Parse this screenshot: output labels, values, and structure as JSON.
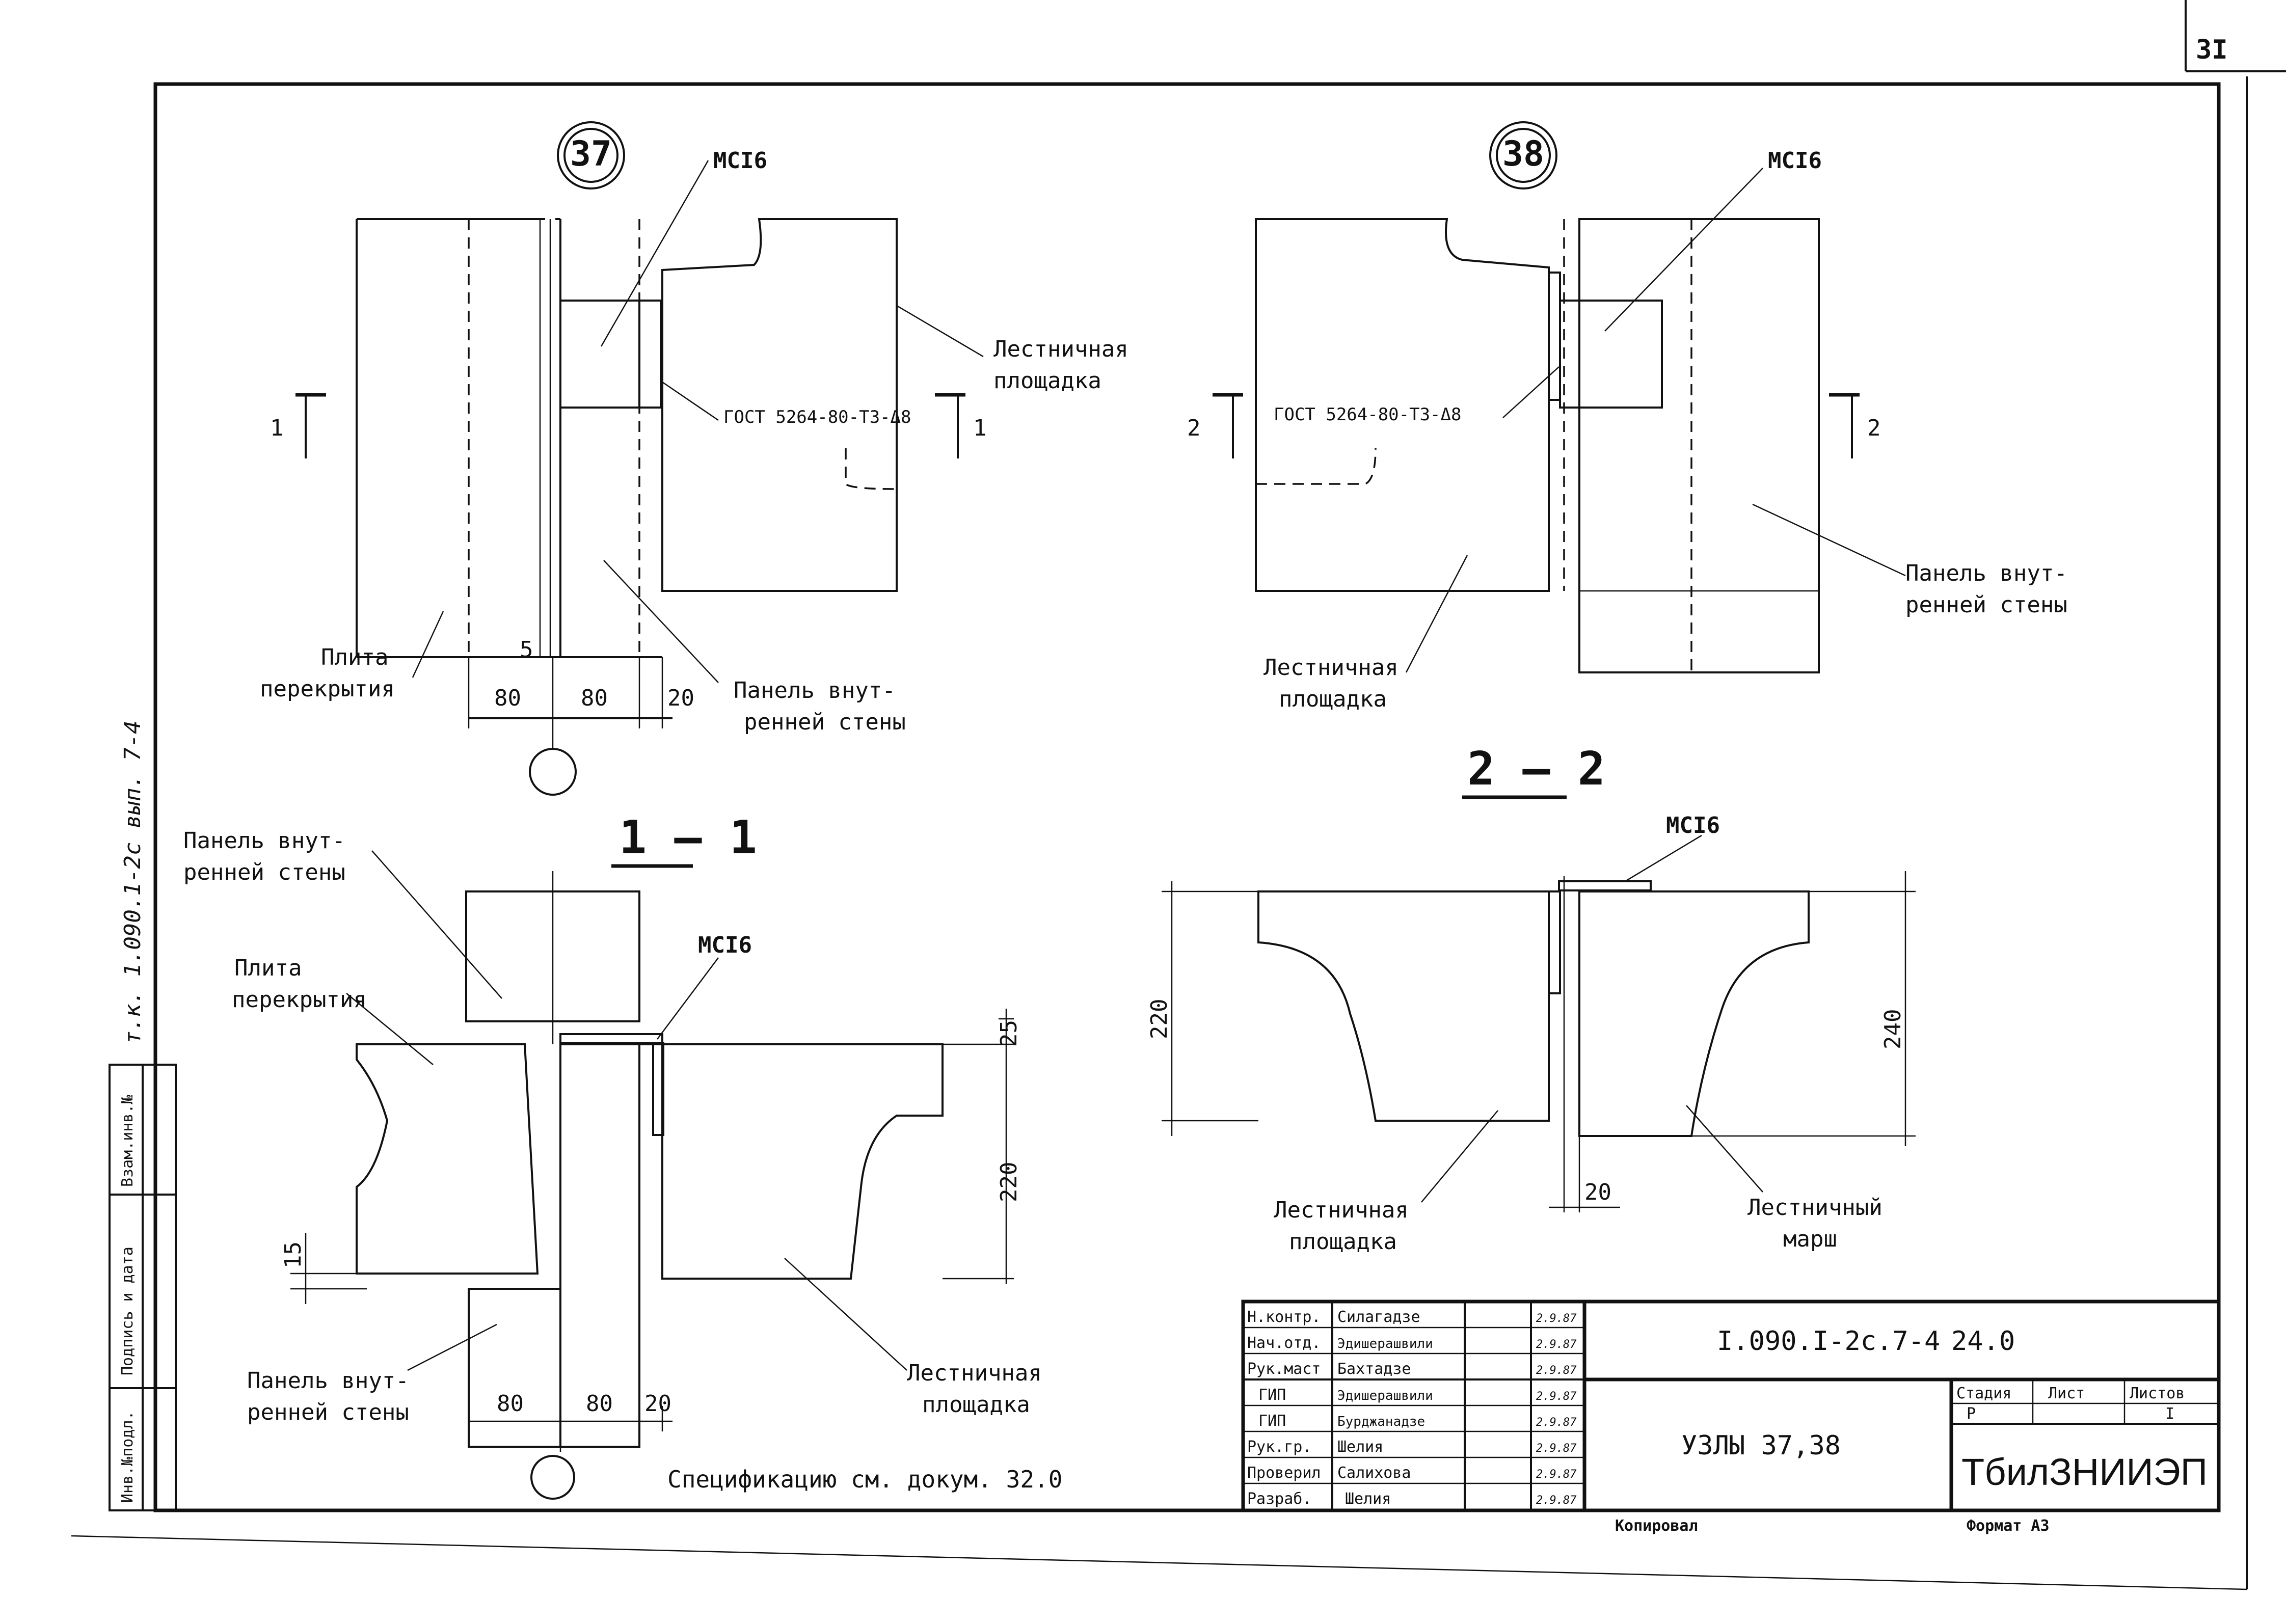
{
  "sheet": {
    "page_number": "3I",
    "side_vertical": "т.к. 1.090.1-2с  вып. 7-4",
    "side_cells": [
      "Инв.№подл.",
      "Подпись и дата",
      "Взам.инв.№"
    ],
    "note": "Спецификацию см. докум. 32.0",
    "copied_label": "Копировал",
    "format_label": "Формат А3"
  },
  "node37": {
    "number": "37",
    "mcl": "МСI6",
    "landing": "Лестничная\nплощадка",
    "gost": "ГОСТ 5264-80-Т3-Δ8",
    "slab": "Плита\nперекрытия",
    "panel": "Панель внут-\nренней стены",
    "section_mark": "1",
    "dims": [
      "5",
      "80",
      "80",
      "20"
    ]
  },
  "node38": {
    "number": "38",
    "mcl": "МСI6",
    "gost": "ГОСТ 5264-80-Т3-Δ8",
    "landing": "Лестничная\nплощадка",
    "panel": "Панель внут-\nренней стены",
    "section_mark": "2"
  },
  "section11": {
    "title": "1 — 1",
    "panel_top": "Панель внут-\nренней стены",
    "slab": "Плита\nперекрытия",
    "mcl": "МСI6",
    "panel_bottom": "Панель внут-\nренней стены",
    "landing": "Лестничная\nплощадка",
    "dims": {
      "h_top": "25",
      "h_main": "220",
      "h_small": "15",
      "w1": "80",
      "w2": "80",
      "w3": "20"
    }
  },
  "section22": {
    "title": "2 — 2",
    "mcl": "МСI6",
    "landing": "Лестничная\nплощадка",
    "stair": "Лестничный\nмарш",
    "dims": {
      "left": "220",
      "right": "240",
      "gap": "20"
    }
  },
  "title_block": {
    "roles": [
      {
        "role": "Н.контр.",
        "name": "Силагадзе",
        "date": "2.9.87"
      },
      {
        "role": "Нач.отд.",
        "name": "Эдишерашвили",
        "date": "2.9.87"
      },
      {
        "role": "Рук.маст",
        "name": "Бахтадзе",
        "date": "2.9.87"
      },
      {
        "role": "ГИП",
        "name": "Эдишерашвили",
        "date": "2.9.87"
      },
      {
        "role": "ГИП",
        "name": "Бурджанадзе",
        "date": "2.9.87"
      },
      {
        "role": "Рук.гр.",
        "name": "Шелия",
        "date": "2.9.87"
      },
      {
        "role": "Проверил",
        "name": "Салихова",
        "date": "2.9.87"
      },
      {
        "role": "Разраб.",
        "name": "Шелия",
        "date": "2.9.87"
      }
    ],
    "doc_code": "I.090.I-2с.7-4",
    "doc_sheet": "24.0",
    "drawing_title": "УЗЛЫ 37,38",
    "stage_header": "Стадия",
    "sheet_header": "Лист",
    "sheets_header": "Листов",
    "stage_value": "Р",
    "sheets_value": "I",
    "organization": "ТбилЗНИИЭП"
  }
}
